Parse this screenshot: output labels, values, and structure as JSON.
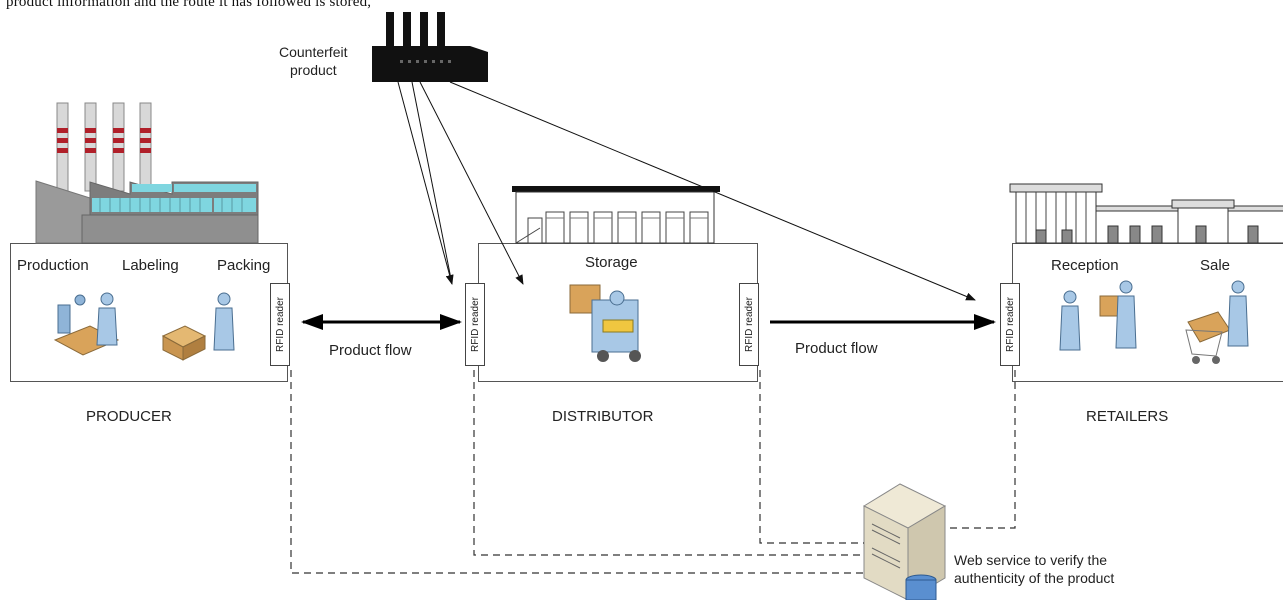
{
  "top_text": "product information and the route it has followed is stored,",
  "counterfeit_label": [
    "Counterfeit",
    "product"
  ],
  "producer": {
    "name": "PRODUCER",
    "stages": [
      "Production",
      "Labeling",
      "Packing"
    ],
    "reader": "RFID reader"
  },
  "distributor": {
    "name": "DISTRIBUTOR",
    "stage": "Storage",
    "reader_in": "RFID reader",
    "reader_out": "RFID reader"
  },
  "retailers": {
    "name": "RETAILERS",
    "stages": [
      "Reception",
      "Sale"
    ],
    "reader": "RFID reader"
  },
  "flows": [
    "Product flow",
    "Product flow"
  ],
  "web_service": [
    "Web service to verify the",
    "authenticity of the product"
  ]
}
